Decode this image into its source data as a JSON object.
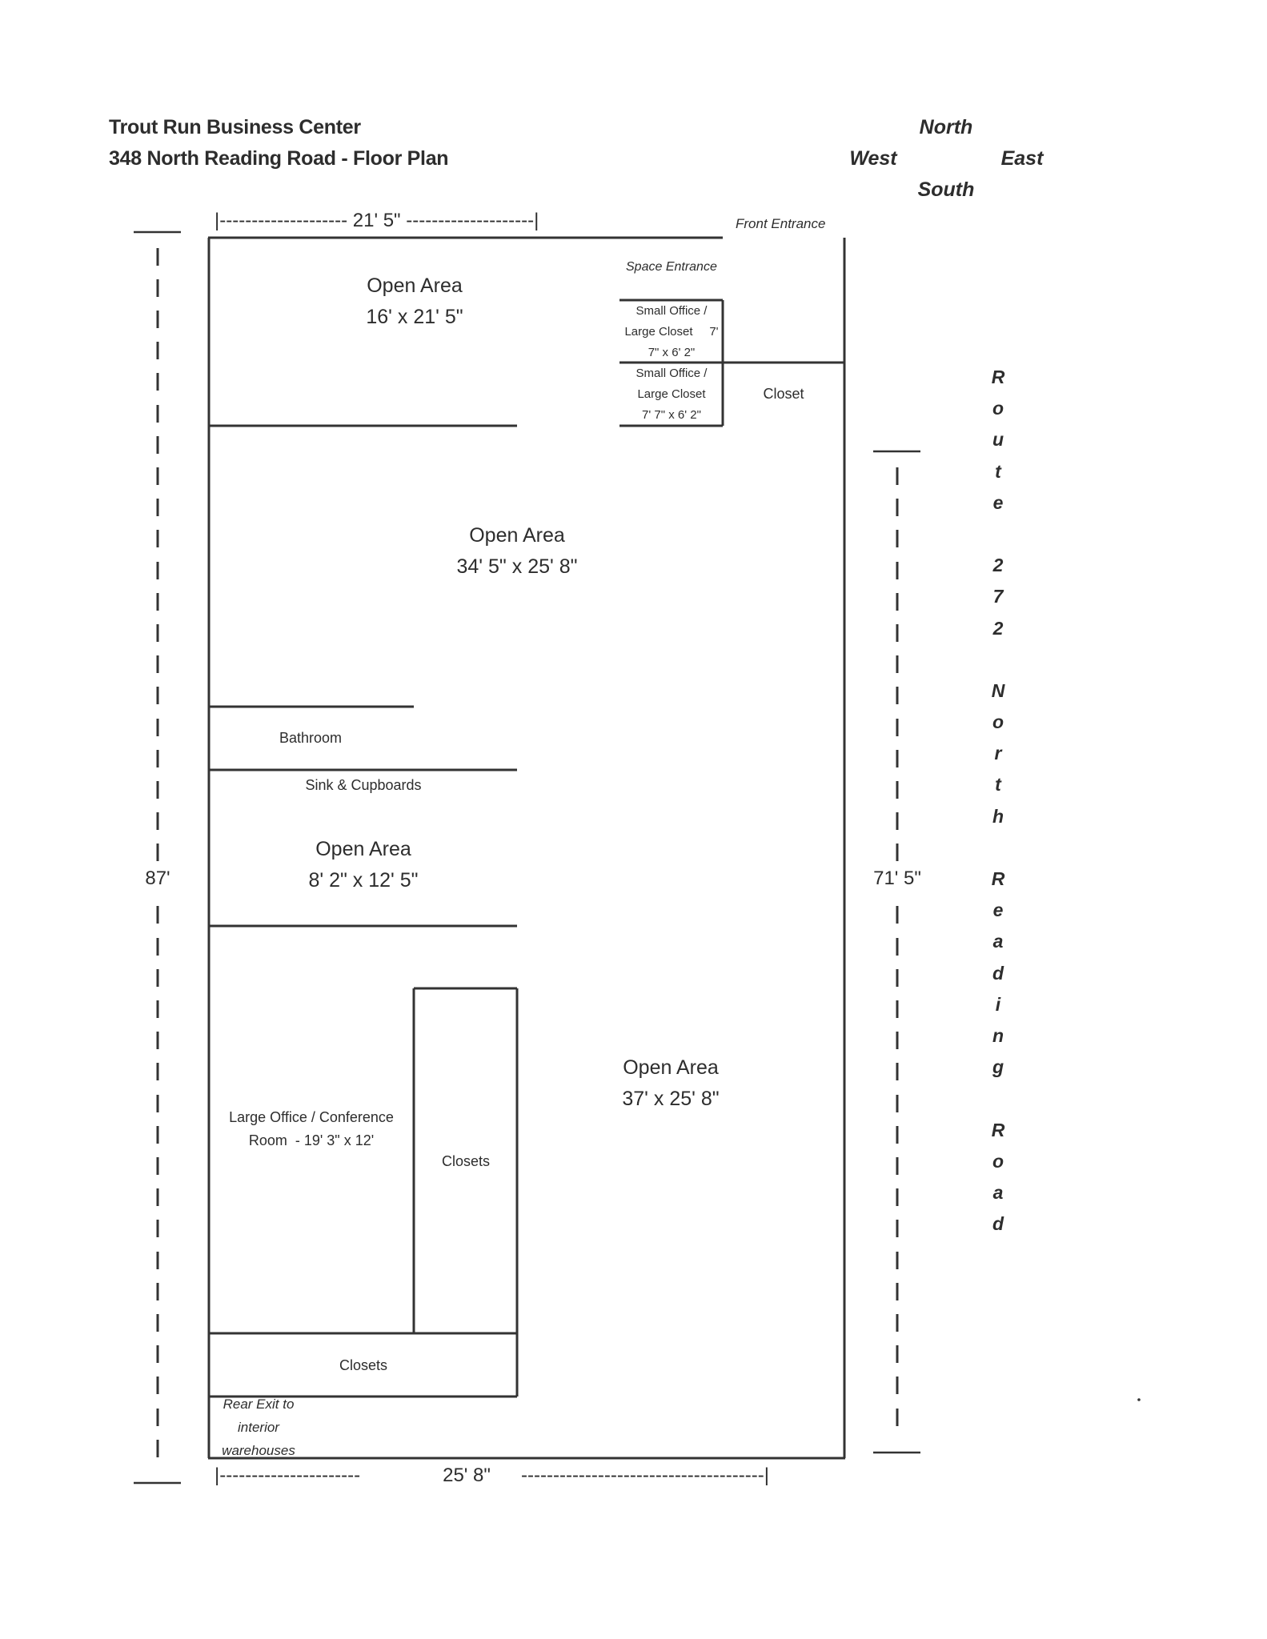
{
  "header": {
    "title": "Trout Run Business Center",
    "subtitle": "348 North Reading Road - Floor Plan"
  },
  "compass": {
    "north": "North",
    "west": "West",
    "east": "East",
    "south": "South"
  },
  "labels": {
    "front_entrance": "Front Entrance",
    "space_entrance": "Space Entrance",
    "rear_exit": [
      "Rear Exit to",
      "interior",
      "warehouses"
    ]
  },
  "rooms": {
    "open_area_1": {
      "name": "Open Area",
      "size": "16' x 21' 5\""
    },
    "small_office_1": {
      "line1": "Small Office /",
      "line2": "Large Closet     7'",
      "line3": "7\" x 6' 2\""
    },
    "small_office_2": {
      "line1": "Small Office /",
      "line2": "Large Closet",
      "line3": "7' 7\" x 6' 2\""
    },
    "closet": {
      "name": "Closet"
    },
    "open_area_2": {
      "name": "Open Area",
      "size": "34' 5\" x 25' 8\""
    },
    "bathroom": {
      "name": "Bathroom"
    },
    "sink": {
      "name": "Sink & Cupboards"
    },
    "open_area_3": {
      "name": "Open Area",
      "size": "8' 2\" x 12' 5\""
    },
    "large_office": {
      "line1": "Large Office / Conference",
      "line2": "Room  - 19' 3\" x 12'"
    },
    "closets_tall": {
      "name": "Closets"
    },
    "closets_bottom": {
      "name": "Closets"
    },
    "open_area_4": {
      "name": "Open Area",
      "size": "37' x 25' 8\""
    }
  },
  "dimensions": {
    "top": "21' 5\"",
    "bottom": "25' 8\"",
    "left": "87'",
    "right": "71' 5\"",
    "top_dashes_left": "|-------------------- ",
    "top_dashes_right": " --------------------|",
    "bottom_dashes_left": "|----------------------",
    "bottom_dashes_right": "--------------------------------------|"
  },
  "road": {
    "letters": [
      "R",
      "o",
      "u",
      "t",
      "e",
      "",
      "2",
      "7",
      "2",
      "",
      "N",
      "o",
      "r",
      "t",
      "h",
      "",
      "R",
      "e",
      "a",
      "d",
      "i",
      "n",
      "g",
      "",
      "R",
      "o",
      "a",
      "d"
    ],
    "full_text": "Route 272 North Reading Road"
  },
  "colors": {
    "line": "#333333",
    "text": "#2d2d2d",
    "background": "#ffffff"
  }
}
